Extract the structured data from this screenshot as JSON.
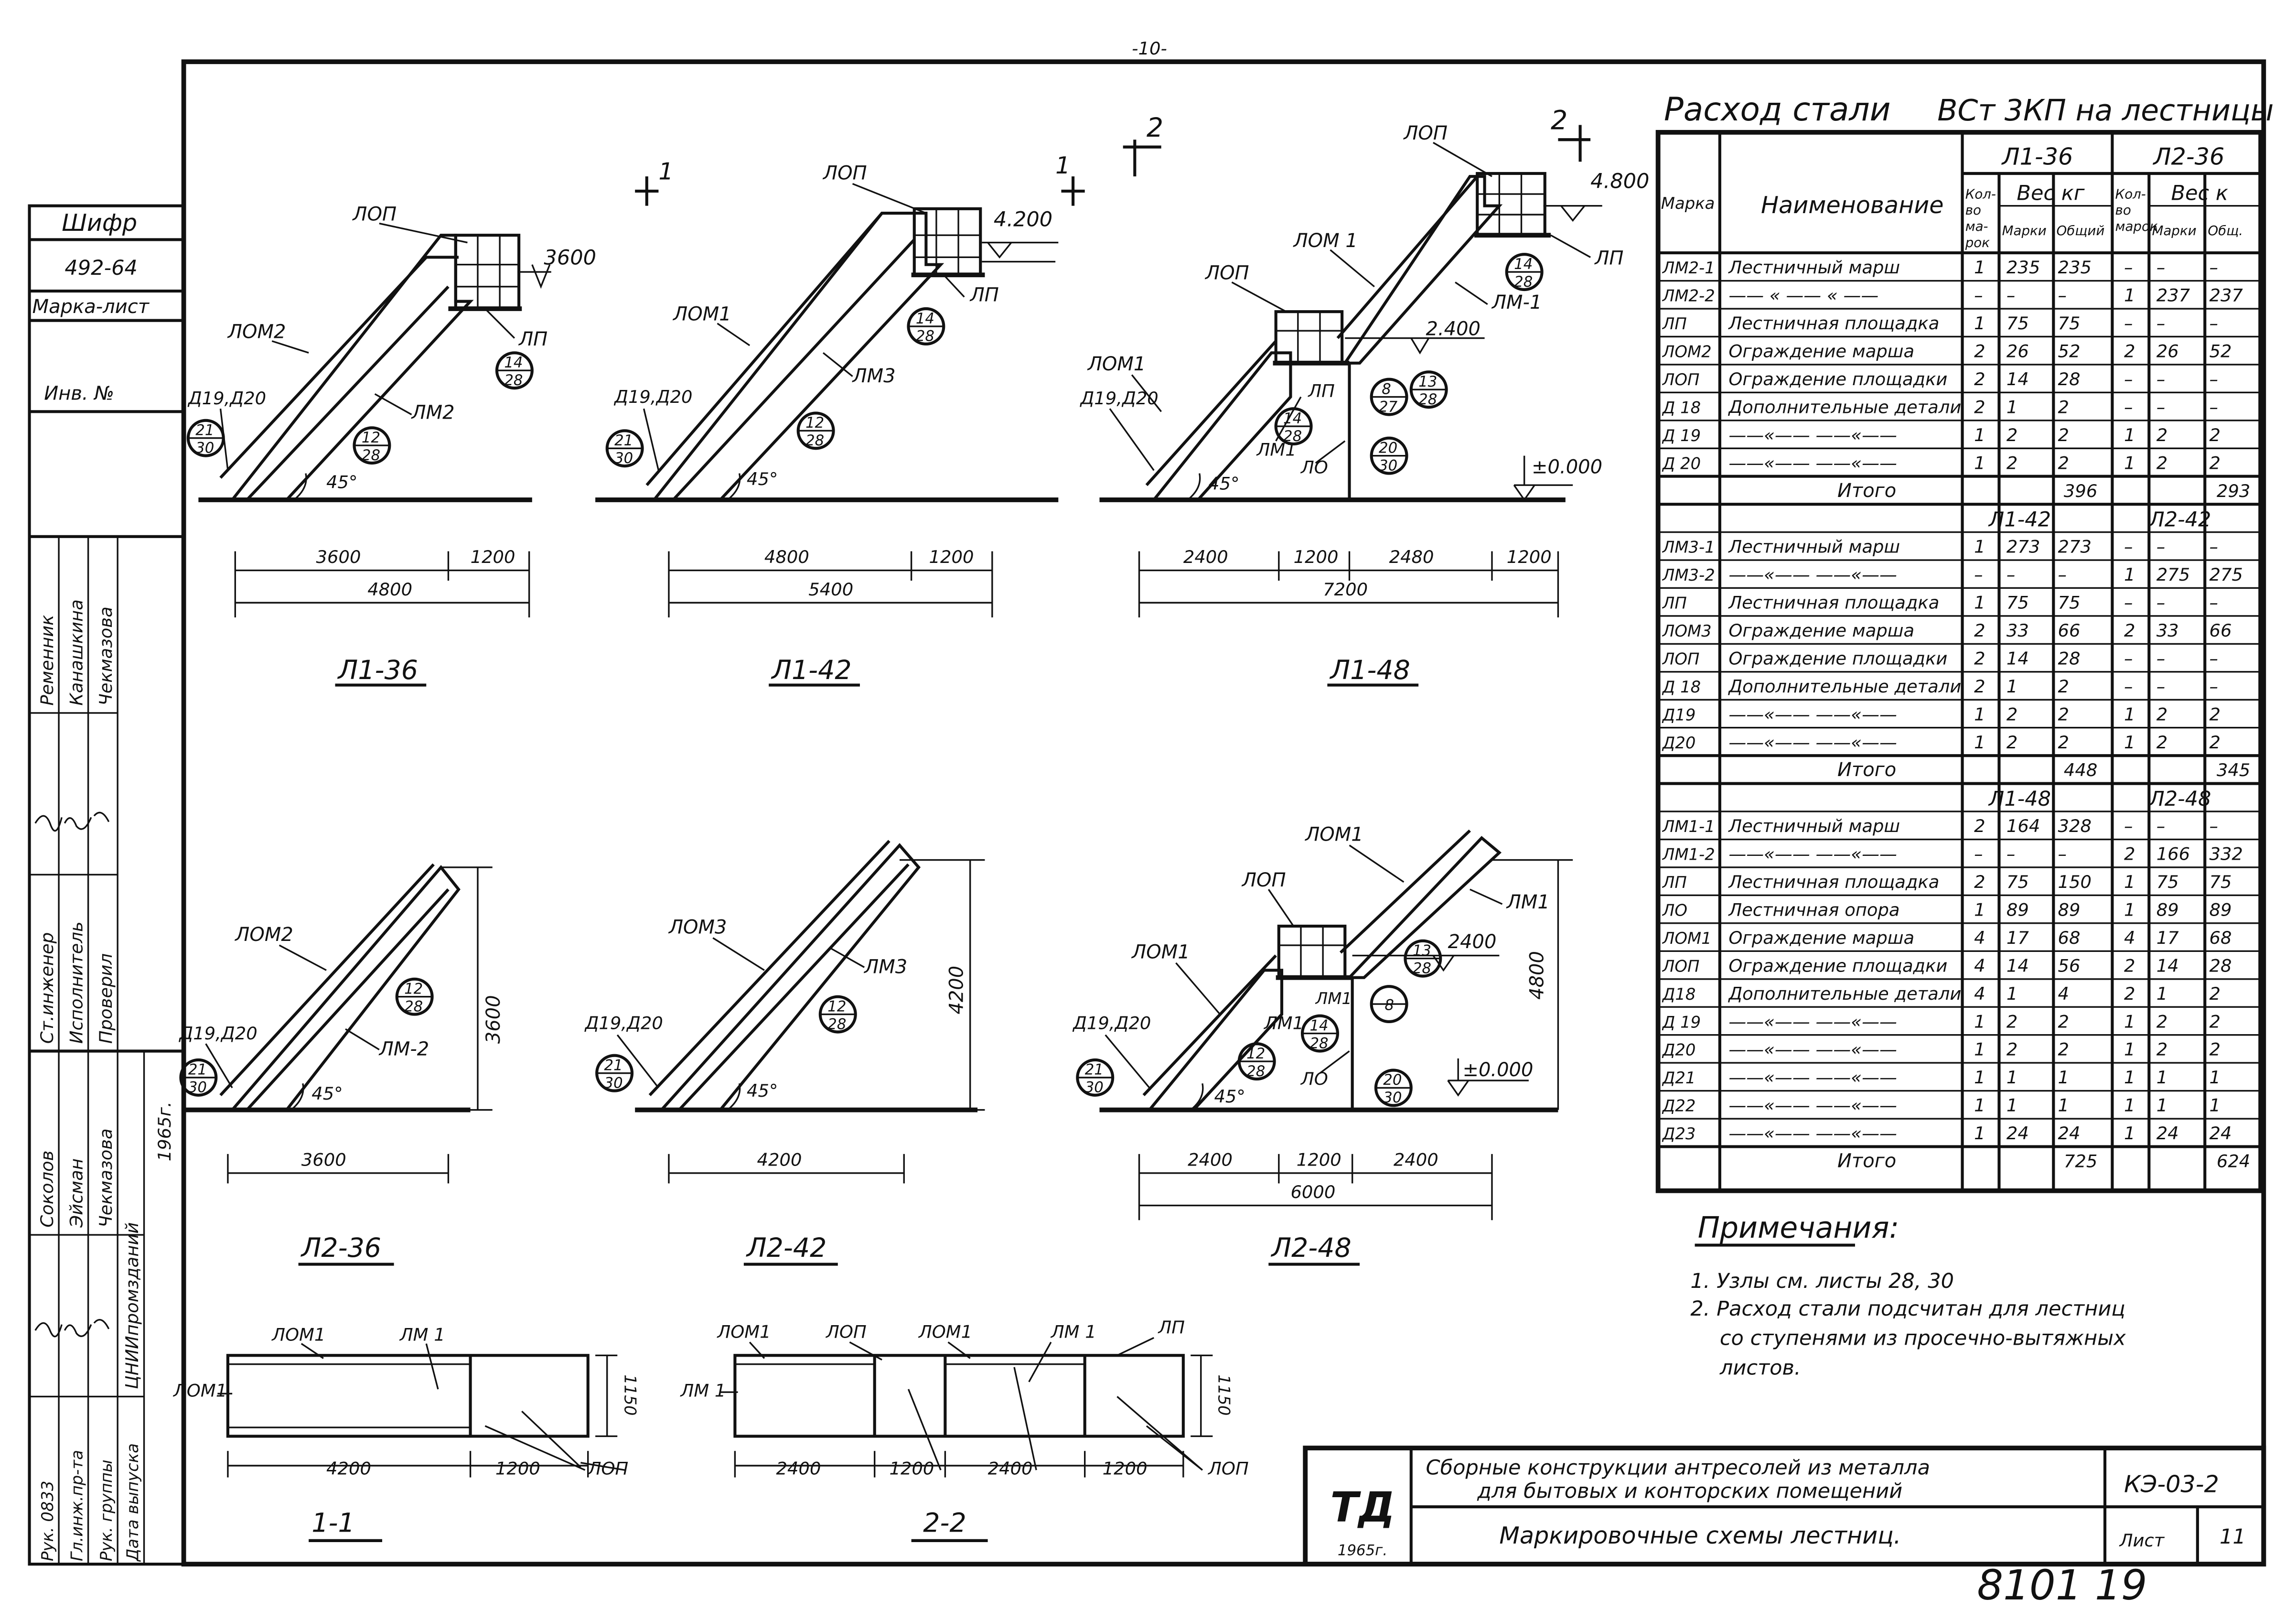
{
  "page_number": "-10-",
  "stamp_number": "8101 19",
  "side_stamp": {
    "shifr_label": "Шифр",
    "shifr_value": "492-64",
    "marka_list_label": "Марка-лист",
    "inv_label": "Инв. №",
    "roles": [
      "Ст.инженер",
      "Исполнитель",
      "Проверил"
    ],
    "role_names": [
      "Ременник",
      "Канашкина",
      "Чекмазова"
    ],
    "mgmt_roles": [
      "Рук. 0833",
      "Гл.инж.пр-та",
      "Рук. группы",
      "Дата выпуска"
    ],
    "mgmt_names": [
      "Соколов",
      "Эйсман",
      "Чекмазова"
    ],
    "org": "ЦНИИпромзданий",
    "year": "1965г."
  },
  "drawings": {
    "titles": [
      "Л1-36",
      "Л1-42",
      "Л1-48",
      "Л2-36",
      "Л2-42",
      "Л2-48",
      "1-1",
      "2-2"
    ],
    "labels": {
      "lop": "ЛОП",
      "lom1": "ЛОМ1",
      "lom2": "ЛОМ2",
      "lom3": "ЛОМ3",
      "lom_1": "ЛОМ 1",
      "lp": "ЛП",
      "lm1": "ЛМ1",
      "lm_1": "ЛМ-1",
      "lm_2": "ЛМ-2",
      "lm2": "ЛМ2",
      "lm3": "ЛМ3",
      "lo": "ЛО",
      "lm_space_1": "ЛМ 1",
      "d19d20": "Д19,Д20",
      "angle": "45°"
    },
    "section_marks": [
      "1",
      "2"
    ],
    "elevations": [
      "3600",
      "4.200",
      "4.800",
      "2.400",
      "±0.000",
      "2400"
    ],
    "heights": [
      "3600",
      "4200",
      "4800"
    ],
    "nodes": [
      [
        "14",
        "28"
      ],
      [
        "12",
        "28"
      ],
      [
        "21",
        "30"
      ],
      [
        "20",
        "30"
      ],
      [
        "8",
        "27"
      ],
      [
        "13",
        "28"
      ]
    ],
    "dims": {
      "l1_36": [
        "3600",
        "1200",
        "4800"
      ],
      "l1_42": [
        "4800",
        "1200",
        "5400"
      ],
      "l1_48": [
        "2400",
        "1200",
        "2480",
        "1200",
        "7200"
      ],
      "l2_36": [
        "3600"
      ],
      "l2_42": [
        "4200"
      ],
      "l2_48": [
        "2400",
        "1200",
        "2400",
        "6000"
      ],
      "s11": [
        "4200",
        "1200",
        "1150"
      ],
      "s22": [
        "2400",
        "1200",
        "2400",
        "1200",
        "1150"
      ]
    }
  },
  "steel_table": {
    "title": "Расход стали",
    "grade": "ВСт 3КП на лестницы",
    "headers": {
      "mark": "Марка",
      "name": "Наименование",
      "qty": [
        "Кол-",
        "во",
        "ма-",
        "рок"
      ],
      "qty2": [
        "Кол-",
        "во",
        "марок"
      ],
      "weight": "Вес кг",
      "weight2": "Вес к",
      "mark_w": "Марки",
      "total_w": "Общий",
      "total_w2": "Общ."
    },
    "sections": [
      {
        "cols": [
          "Л1-36",
          "Л2-36"
        ],
        "rows": [
          [
            "ЛМ2-1",
            "Лестничный марш",
            "1",
            "235",
            "235",
            "–",
            "–",
            "–"
          ],
          [
            "ЛМ2-2",
            "—— « —— « ——",
            "–",
            "–",
            "–",
            "1",
            "237",
            "237"
          ],
          [
            "ЛП",
            "Лестничная площадка",
            "1",
            "75",
            "75",
            "–",
            "–",
            "–"
          ],
          [
            "ЛОМ2",
            "Ограждение марша",
            "2",
            "26",
            "52",
            "2",
            "26",
            "52"
          ],
          [
            "ЛОП",
            "Ограждение площадки",
            "2",
            "14",
            "28",
            "–",
            "–",
            "–"
          ],
          [
            "Д 18",
            "Дополнительные детали",
            "2",
            "1",
            "2",
            "–",
            "–",
            "–"
          ],
          [
            "Д 19",
            "——«—— ——«——",
            "1",
            "2",
            "2",
            "1",
            "2",
            "2"
          ],
          [
            "Д 20",
            "——«—— ——«——",
            "1",
            "2",
            "2",
            "1",
            "2",
            "2"
          ]
        ],
        "total_label": "Итого",
        "totals": [
          "396",
          "293"
        ]
      },
      {
        "cols": [
          "Л1-42",
          "Л2-42"
        ],
        "rows": [
          [
            "ЛМ3-1",
            "Лестничный марш",
            "1",
            "273",
            "273",
            "–",
            "–",
            "–"
          ],
          [
            "ЛМ3-2",
            "——«—— ——«——",
            "–",
            "–",
            "–",
            "1",
            "275",
            "275"
          ],
          [
            "ЛП",
            "Лестничная площадка",
            "1",
            "75",
            "75",
            "–",
            "–",
            "–"
          ],
          [
            "ЛОМ3",
            "Ограждение марша",
            "2",
            "33",
            "66",
            "2",
            "33",
            "66"
          ],
          [
            "ЛОП",
            "Ограждение площадки",
            "2",
            "14",
            "28",
            "–",
            "–",
            "–"
          ],
          [
            "Д 18",
            "Дополнительные детали",
            "2",
            "1",
            "2",
            "–",
            "–",
            "–"
          ],
          [
            "Д19",
            "——«—— ——«——",
            "1",
            "2",
            "2",
            "1",
            "2",
            "2"
          ],
          [
            "Д20",
            "——«—— ——«——",
            "1",
            "2",
            "2",
            "1",
            "2",
            "2"
          ]
        ],
        "total_label": "Итого",
        "totals": [
          "448",
          "345"
        ]
      },
      {
        "cols": [
          "Л1-48",
          "Л2-48"
        ],
        "rows": [
          [
            "ЛМ1-1",
            "Лестничный марш",
            "2",
            "164",
            "328",
            "–",
            "–",
            "–"
          ],
          [
            "ЛМ1-2",
            "——«—— ——«——",
            "–",
            "–",
            "–",
            "2",
            "166",
            "332"
          ],
          [
            "ЛП",
            "Лестничная площадка",
            "2",
            "75",
            "150",
            "1",
            "75",
            "75"
          ],
          [
            "ЛО",
            "Лестничная опора",
            "1",
            "89",
            "89",
            "1",
            "89",
            "89"
          ],
          [
            "ЛОМ1",
            "Ограждение марша",
            "4",
            "17",
            "68",
            "4",
            "17",
            "68"
          ],
          [
            "ЛОП",
            "Ограждение площадки",
            "4",
            "14",
            "56",
            "2",
            "14",
            "28"
          ],
          [
            "Д18",
            "Дополнительные детали",
            "4",
            "1",
            "4",
            "2",
            "1",
            "2"
          ],
          [
            "Д 19",
            "——«—— ——«——",
            "1",
            "2",
            "2",
            "1",
            "2",
            "2"
          ],
          [
            "Д20",
            "——«—— ——«——",
            "1",
            "2",
            "2",
            "1",
            "2",
            "2"
          ],
          [
            "Д21",
            "——«—— ——«——",
            "1",
            "1",
            "1",
            "1",
            "1",
            "1"
          ],
          [
            "Д22",
            "——«—— ——«——",
            "1",
            "1",
            "1",
            "1",
            "1",
            "1"
          ],
          [
            "Д23",
            "——«—— ——«——",
            "1",
            "24",
            "24",
            "1",
            "24",
            "24"
          ]
        ],
        "total_label": "Итого",
        "totals": [
          "725",
          "624"
        ]
      }
    ]
  },
  "notes": {
    "title": "Примечания:",
    "items": [
      "1. Узлы см. листы 28, 30",
      "2. Расход стали подсчитан для лестниц",
      "со ступенями из просечно-вытяжных",
      "листов."
    ]
  },
  "title_block": {
    "logo": "ТД",
    "logo_year": "1965г.",
    "project_line1": "Сборные конструкции антресолей из металла",
    "project_line2": "для бытовых и конторских помещений",
    "code": "КЭ-03-2",
    "sheet_title": "Маркировочные схемы лестниц.",
    "sheet_label": "Лист",
    "sheet_no": "11"
  }
}
